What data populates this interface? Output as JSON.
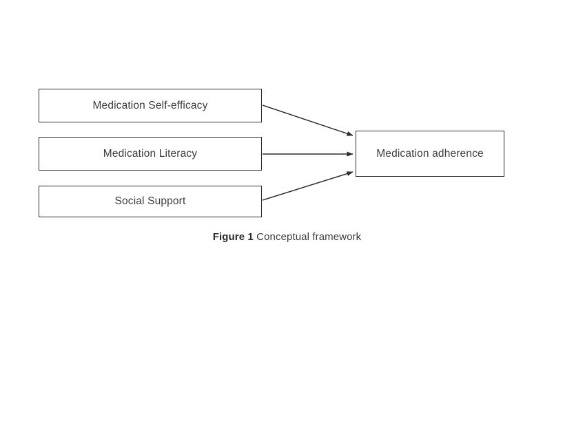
{
  "figure": {
    "caption_label": "Figure 1",
    "caption_text": "Conceptual framework",
    "background_color": "#ffffff",
    "border_color": "#2b2b2b",
    "text_color": "#3c3c3c",
    "arrow_color": "#2b2b2b"
  },
  "nodes": {
    "predictors": [
      {
        "id": "self-efficacy",
        "label": "Medication Self-efficacy"
      },
      {
        "id": "literacy",
        "label": "Medication Literacy"
      },
      {
        "id": "social-support",
        "label": "Social Support"
      }
    ],
    "outcome": {
      "id": "adherence",
      "label": "Medication adherence"
    }
  },
  "edges": [
    {
      "from": "Medication Self-efficacy",
      "to": "Medication adherence",
      "style": "arrow"
    },
    {
      "from": "Medication Literacy",
      "to": "Medication adherence",
      "style": "arrow"
    },
    {
      "from": "Social Support",
      "to": "Medication adherence",
      "style": "arrow"
    }
  ]
}
